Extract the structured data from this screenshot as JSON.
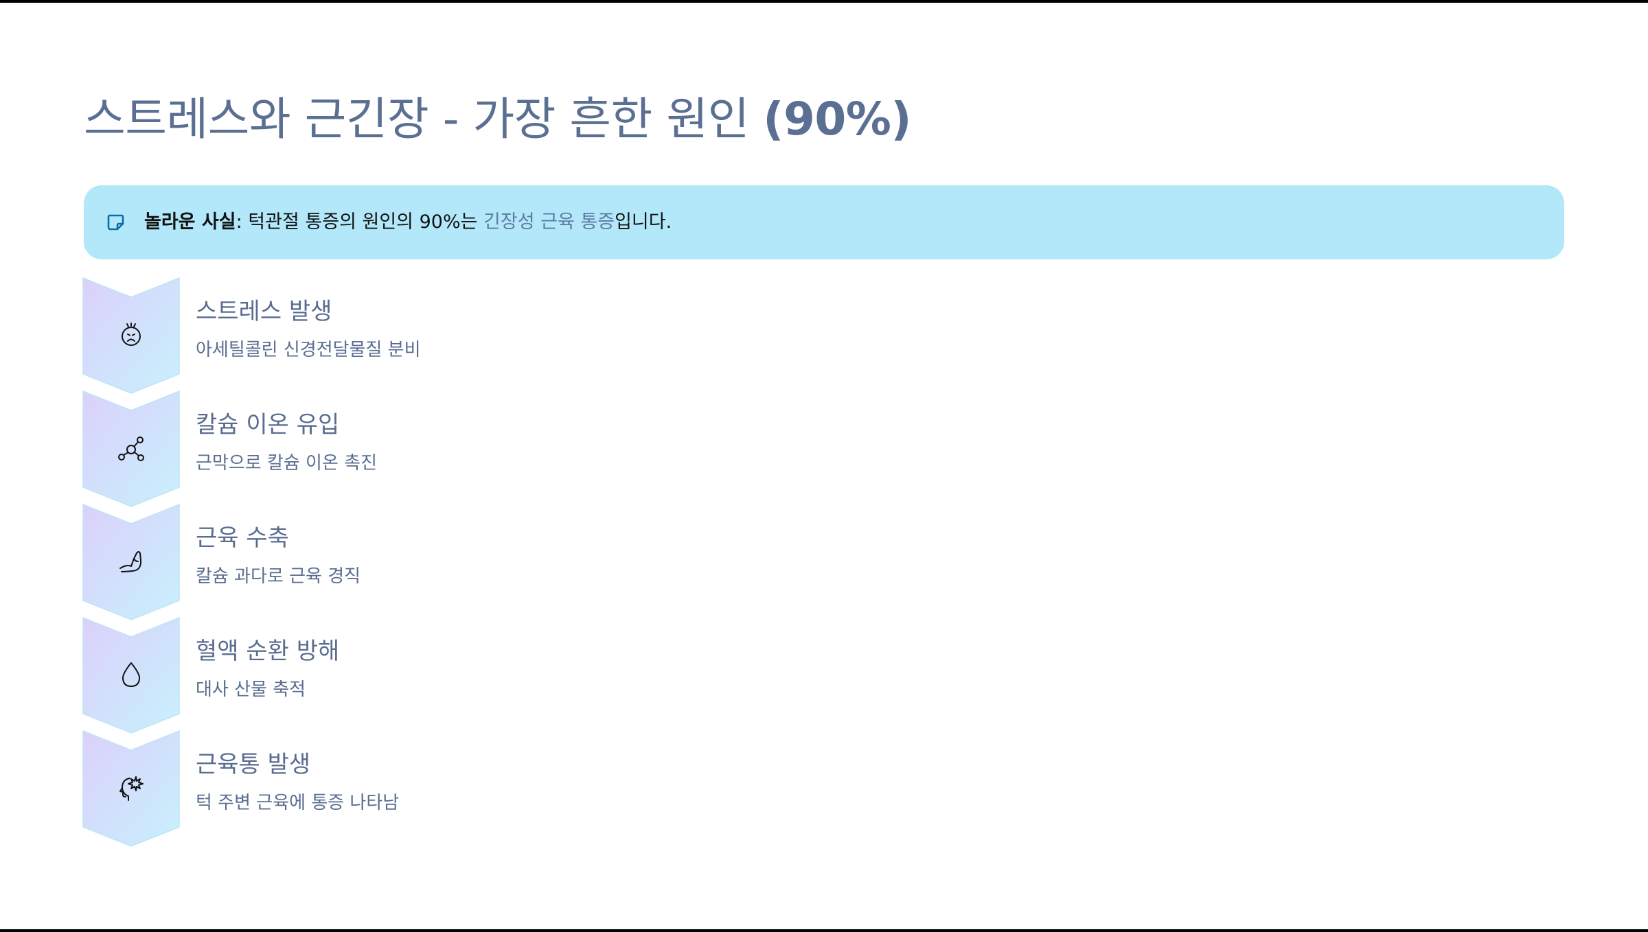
{
  "slide": {
    "title_main": "스트레스와 근긴장 - 가장 흔한 원인 ",
    "title_pct": "(90%)"
  },
  "callout": {
    "icon": "sticky-note-icon",
    "bold_text": "놀라운 사실",
    "text_before": ": 턱관절 통증의 원인의 90%는 ",
    "highlight": "긴장성 근육 통증",
    "text_after": "입니다."
  },
  "steps": [
    {
      "icon": "stressed-face-icon",
      "title": "스트레스 발생",
      "desc": "아세틸콜린 신경전달물질 분비"
    },
    {
      "icon": "molecule-icon",
      "title": "칼슘 이온 유입",
      "desc": "근막으로 칼슘 이온 촉진"
    },
    {
      "icon": "flexed-arm-icon",
      "title": "근육 수축",
      "desc": "칼슘 과다로 근육 경직"
    },
    {
      "icon": "droplet-icon",
      "title": "혈액 순환 방해",
      "desc": "대사 산물 축적"
    },
    {
      "icon": "head-pain-icon",
      "title": "근육통 발생",
      "desc": "턱 주변 근육에 통증 나타남"
    }
  ],
  "colors": {
    "title": "#5b6f92",
    "callout_bg": "#b3e8fb",
    "highlight": "#5d7ba3",
    "chevron_start": "#dcd0fb",
    "chevron_end": "#c7f1fd"
  }
}
